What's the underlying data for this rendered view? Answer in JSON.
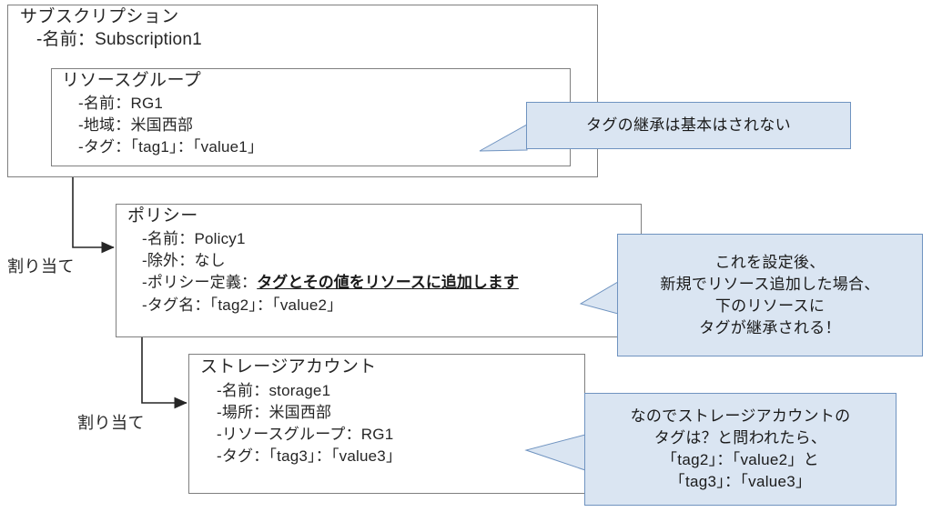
{
  "diagram": {
    "title": "Azure tag inheritance diagram",
    "colors": {
      "box_border": "#7f7f7f",
      "callout_fill": "#dae5f2",
      "callout_border": "#6f93c0",
      "connector": "#262626",
      "text": "#262626"
    }
  },
  "subscription": {
    "title": "サブスクリプション",
    "name_line": "-名前：Subscription1"
  },
  "resource_group": {
    "title": "リソースグループ",
    "lines": [
      "-名前：RG1",
      "-地域：米国西部",
      "-タグ：「tag1」：「value1」"
    ]
  },
  "policy": {
    "title": "ポリシー",
    "lines": [
      "-名前：Policy1",
      "-除外：なし"
    ],
    "definition_label": "-ポリシー定義：",
    "definition_value": "タグとその値をリソースに追加します",
    "tag_line": "-タグ名：「tag2」：「value2」"
  },
  "storage_account": {
    "title": "ストレージアカウント",
    "lines": [
      "-名前：storage1",
      "-場所：米国西部",
      "-リソースグループ：RG1",
      "-タグ：「tag3」：「value3」"
    ]
  },
  "callouts": {
    "inherit": {
      "lines": [
        "タグの継承は基本はされない"
      ]
    },
    "policy_effect": {
      "lines": [
        "これを設定後、",
        "新規でリソース追加した場合、",
        "下のリソースに",
        "タグが継承される！"
      ]
    },
    "storage_tags": {
      "lines": [
        "なのでストレージアカウントの",
        "タグは？と問われたら、",
        "「tag2」：「value2」と",
        "「tag3」：「value3」"
      ]
    }
  },
  "connectors": {
    "assign_1_label": "割り当て",
    "assign_2_label": "割り当て"
  }
}
